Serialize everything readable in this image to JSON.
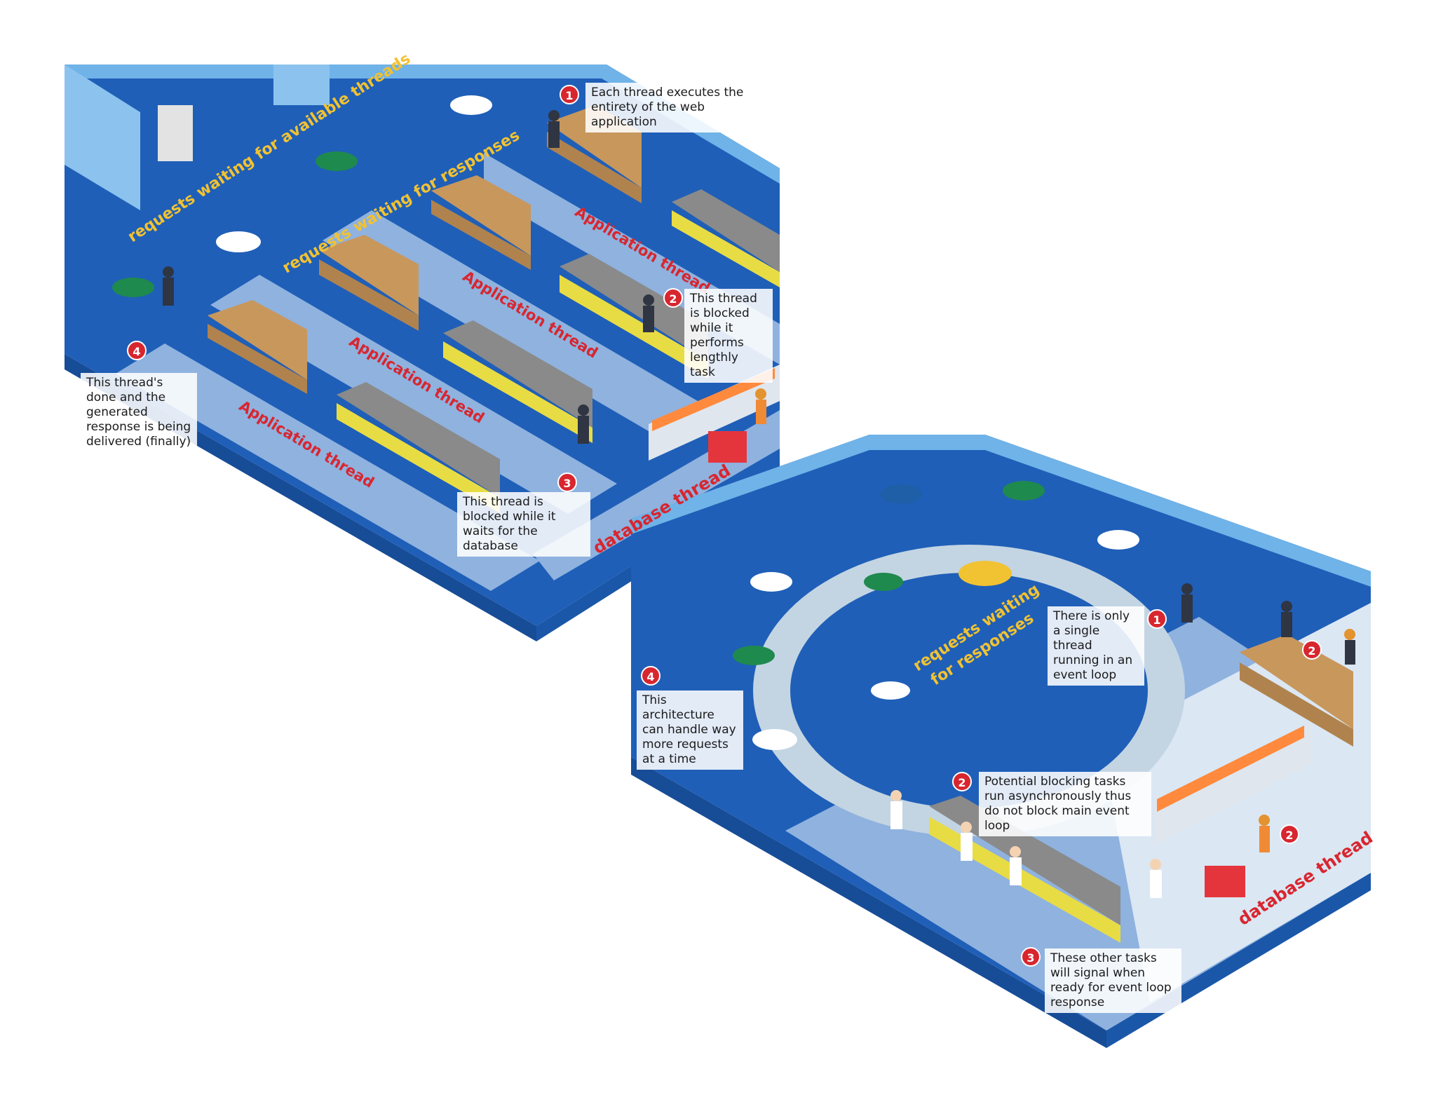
{
  "colors": {
    "floor": "#1f5fb8",
    "floor_edge": "#174c97",
    "wall": "#6fb3e8",
    "lane": "#8fb2df",
    "ring": "#c3d5e3",
    "app_label": "#d8262f",
    "request_label": "#f1c232",
    "badge": "#d8262f"
  },
  "top_diagram": {
    "waiting_label": "requests waiting for available threads",
    "responses_label": "requests waiting for responses",
    "app_thread_labels": [
      "Application thread",
      "Application thread",
      "Application thread",
      "Application thread"
    ],
    "database_label": "database thread",
    "callouts": [
      {
        "badge": "1",
        "text": "Each thread executes the entirety of the web application"
      },
      {
        "badge": "2",
        "text": "This thread is blocked while it performs lengthly task"
      },
      {
        "badge": "3",
        "text": "This thread is blocked while it waits for the database"
      },
      {
        "badge": "4",
        "text": "This thread's done and the generated response is being delivered (finally)"
      }
    ]
  },
  "bottom_diagram": {
    "responses_label_line1": "requests waiting",
    "responses_label_line2": "for responses",
    "database_label": "database thread",
    "extra_badge": "2",
    "callouts": [
      {
        "badge": "1",
        "text": "There is only a single thread running in an event loop"
      },
      {
        "badge": "2",
        "text": "Potential blocking tasks run asynchronously thus do not block main event loop"
      },
      {
        "badge": "3",
        "text": "These other tasks will signal when ready for event loop response"
      },
      {
        "badge": "4",
        "text": "This architecture can handle way more requests at a time"
      }
    ]
  }
}
